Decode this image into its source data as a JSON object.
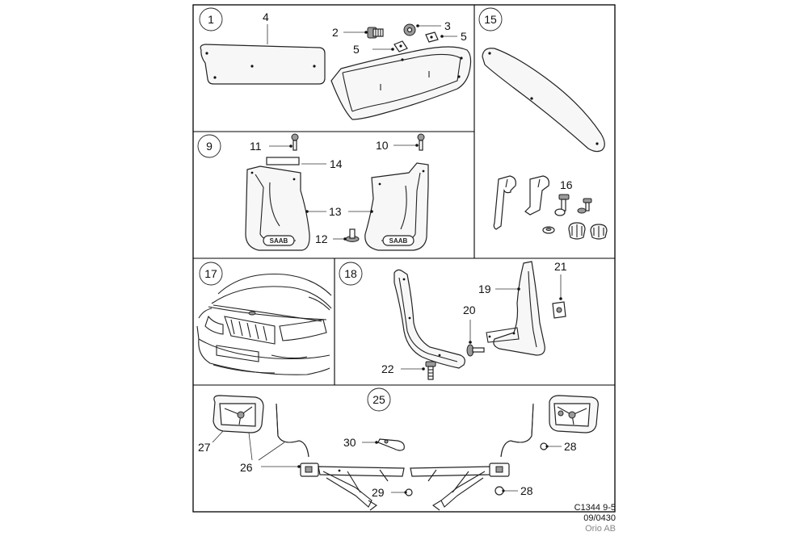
{
  "diagram": {
    "sections": [
      {
        "id": "1"
      },
      {
        "id": "15"
      },
      {
        "id": "9"
      },
      {
        "id": "17"
      },
      {
        "id": "18"
      },
      {
        "id": "25"
      }
    ],
    "callouts": [
      "4",
      "2",
      "3",
      "5",
      "5",
      "11",
      "10",
      "14",
      "13",
      "12",
      "16",
      "21",
      "19",
      "20",
      "22",
      "27",
      "26",
      "30",
      "28",
      "29",
      "28"
    ],
    "footer": {
      "code": "C1344 9-5",
      "date": "09/0430",
      "company": "Orio AB"
    },
    "badge_text": "SAAB"
  }
}
